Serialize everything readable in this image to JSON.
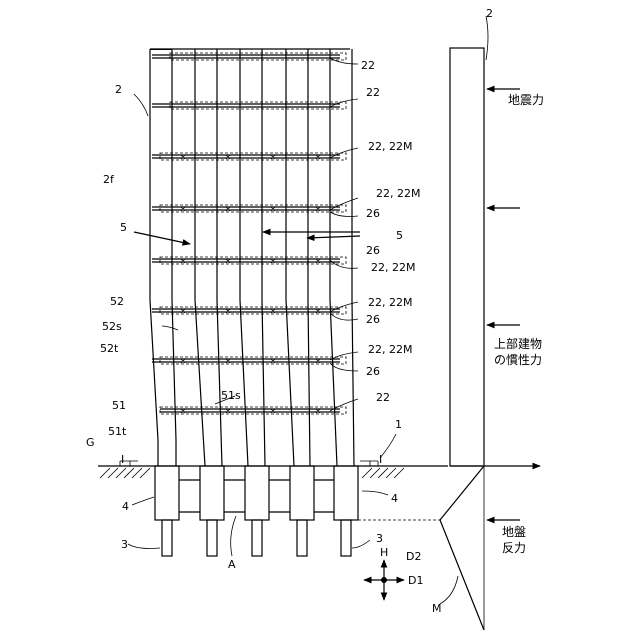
{
  "labels": {
    "ref_2_left": "2",
    "ref_2_right": "2",
    "ref_2f": "2f",
    "ref_22_a": "22",
    "ref_22_b": "22",
    "ref_22_22m_a": "22, 22M",
    "ref_22_22m_b": "22, 22M",
    "ref_26_a": "26",
    "ref_5_left": "5",
    "ref_5_right": "5",
    "ref_26_b": "26",
    "ref_22_22m_c": "22, 22M",
    "ref_52": "52",
    "ref_22_22m_d": "22, 22M",
    "ref_52s": "52s",
    "ref_26_c": "26",
    "ref_52t": "52t",
    "ref_22_22m_e": "22, 22M",
    "ref_26_d": "26",
    "ref_51s": "51s",
    "ref_51": "51",
    "ref_22_c": "22",
    "ref_51t": "51t",
    "ref_1_right": "1",
    "ref_G": "G",
    "ref_I_left": "I",
    "ref_I_right": "I",
    "ref_4_left": "4",
    "ref_4_right": "4",
    "ref_3_left": "3",
    "ref_3_right": "3",
    "ref_A": "A",
    "ref_H": "H",
    "ref_D2": "D2",
    "ref_D1": "D1",
    "ref_M": "M"
  },
  "forces": {
    "seismic": "地震力",
    "inertia_line1": "上部建物",
    "inertia_line2": "の慣性力",
    "ground_line1": "地盤",
    "ground_line2": "反力"
  }
}
